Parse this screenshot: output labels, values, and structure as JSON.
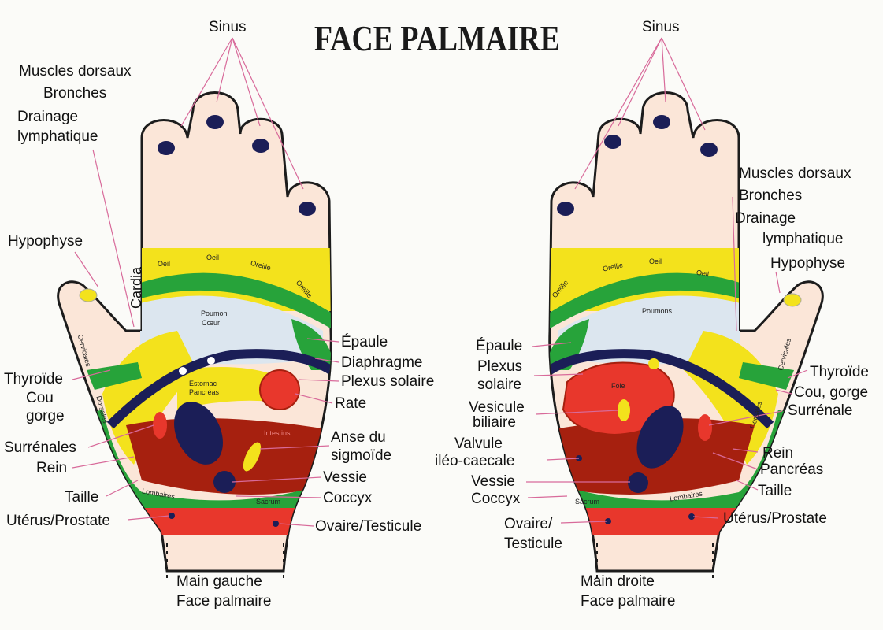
{
  "title": "FACE PALMAIRE",
  "left_hand": {
    "caption_line1": "Main gauche",
    "caption_line2": "Face palmaire",
    "labels": {
      "sinus": "Sinus",
      "muscles_dorsaux": "Muscles dorsaux",
      "bronches": "Bronches",
      "drainage": "Drainage",
      "lymphatique": "lymphatique",
      "hypophyse": "Hypophyse",
      "cardia": "Cardia",
      "thyroide": "Thyroïde",
      "cou": "Cou",
      "gorge": "gorge",
      "surrenales": "Surrénales",
      "rein": "Rein",
      "taille": "Taille",
      "uterus_prostate": "Utérus/Prostate",
      "epaule": "Épaule",
      "diaphragme": "Diaphragme",
      "plexus_solaire": "Plexus solaire",
      "rate": "Rate",
      "anse_du": "Anse du",
      "sigmoide": "sigmoïde",
      "vessie": "Vessie",
      "coccyx": "Coccyx",
      "ovaire_testicule": "Ovaire/Testicule"
    },
    "zones": {
      "oeil1": "Oeil",
      "oeil2": "Oeil",
      "oreille1": "Oreille",
      "oreille2": "Oreille",
      "poumon": "Poumon",
      "coeur": "Cœur",
      "estomac": "Estomac",
      "pancreas": "Pancréas",
      "intestins": "Intestins",
      "lombaires": "Lombaires",
      "sacrum": "Sacrum",
      "dorsales": "Dorsales",
      "cervicales": "Cervicales"
    }
  },
  "right_hand": {
    "caption_line1": "Main droite",
    "caption_line2": "Face palmaire",
    "labels": {
      "sinus": "Sinus",
      "muscles_dorsaux": "Muscles dorsaux",
      "bronches": "Bronches",
      "drainage": "Drainage",
      "lymphatique": "lymphatique",
      "hypophyse": "Hypophyse",
      "epaule": "Épaule",
      "plexus": "Plexus",
      "solaire": "solaire",
      "vesicule": "Vesicule",
      "biliaire": "biliaire",
      "valvule": "Valvule",
      "ileo_caecale": "iléo-caecale",
      "vessie": "Vessie",
      "coccyx": "Coccyx",
      "ovaire": "Ovaire/",
      "testicule": "Testicule",
      "thyroide": "Thyroïde",
      "cou_gorge": "Cou, gorge",
      "surrenale": "Surrénale",
      "rein": "Rein",
      "pancreas": "Pancréas",
      "taille": "Taille",
      "uterus_prostate": "Utérus/Prostate"
    },
    "zones": {
      "oreille1": "Oreille",
      "oreille2": "Oreille",
      "oeil1": "Oeil",
      "oeil2": "Oeil",
      "poumons": "Poumons",
      "foie": "Foie",
      "sacrum": "Sacrum",
      "lombaires": "Lombaires",
      "dorsales": "Dorsales",
      "cervicales": "Cervicales"
    }
  },
  "colors": {
    "skin": "#fbe6d8",
    "outline": "#1c1c1c",
    "yellow": "#f3e21c",
    "green": "#27a33a",
    "red": "#e8372c",
    "dark_red": "#a6200f",
    "navy": "#1b1e57",
    "lung": "#dce6ef",
    "pointer": "#d86a9a"
  }
}
